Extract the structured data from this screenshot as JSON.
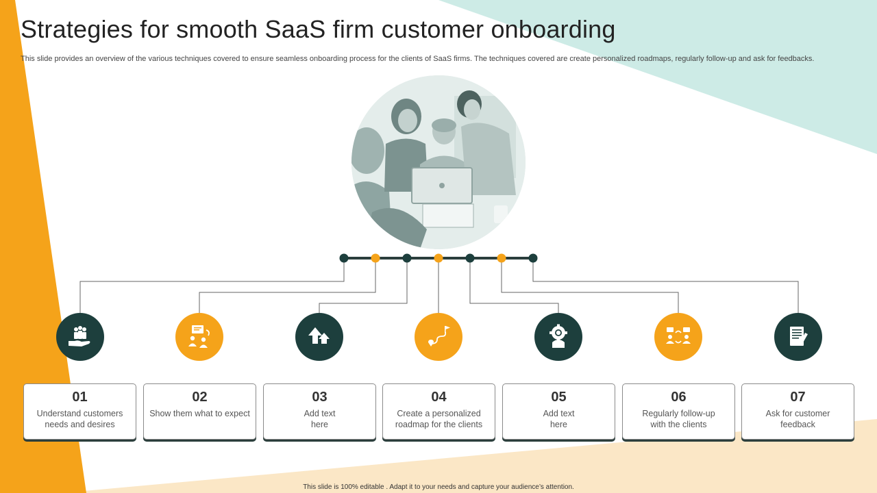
{
  "slide": {
    "title": "Strategies for smooth SaaS firm customer onboarding",
    "subtitle": "This slide provides an overview of the various techniques covered to ensure seamless onboarding process for the clients of SaaS firms. The techniques covered are create personalized roadmaps, regularly follow-up and ask for feedbacks.",
    "footer": "This slide is 100% editable . Adapt it to your needs and capture your audience’s attention."
  },
  "colors": {
    "dark_teal": "#1d3f3d",
    "orange": "#f5a31a",
    "mint": "#cdebe6",
    "peach": "#fbe7c6"
  },
  "steps": [
    {
      "number": "01",
      "text": "Understand customers needs and desires",
      "icon": "customer-hand-icon",
      "color": "dark"
    },
    {
      "number": "02",
      "text": "Show them what to expect",
      "icon": "presentation-people-icon",
      "color": "orange"
    },
    {
      "number": "03",
      "text": "Add text here",
      "icon": "arrows-up-icon",
      "color": "dark"
    },
    {
      "number": "04",
      "text": "Create a personalized roadmap for the clients",
      "icon": "roadmap-icon",
      "color": "orange"
    },
    {
      "number": "05",
      "text": "Add text here",
      "icon": "gear-person-icon",
      "color": "dark"
    },
    {
      "number": "06",
      "text": "Regularly follow-up with the clients",
      "icon": "follow-up-chat-icon",
      "color": "orange"
    },
    {
      "number": "07",
      "text": "Ask for customer feedback",
      "icon": "feedback-document-icon",
      "color": "dark"
    }
  ]
}
